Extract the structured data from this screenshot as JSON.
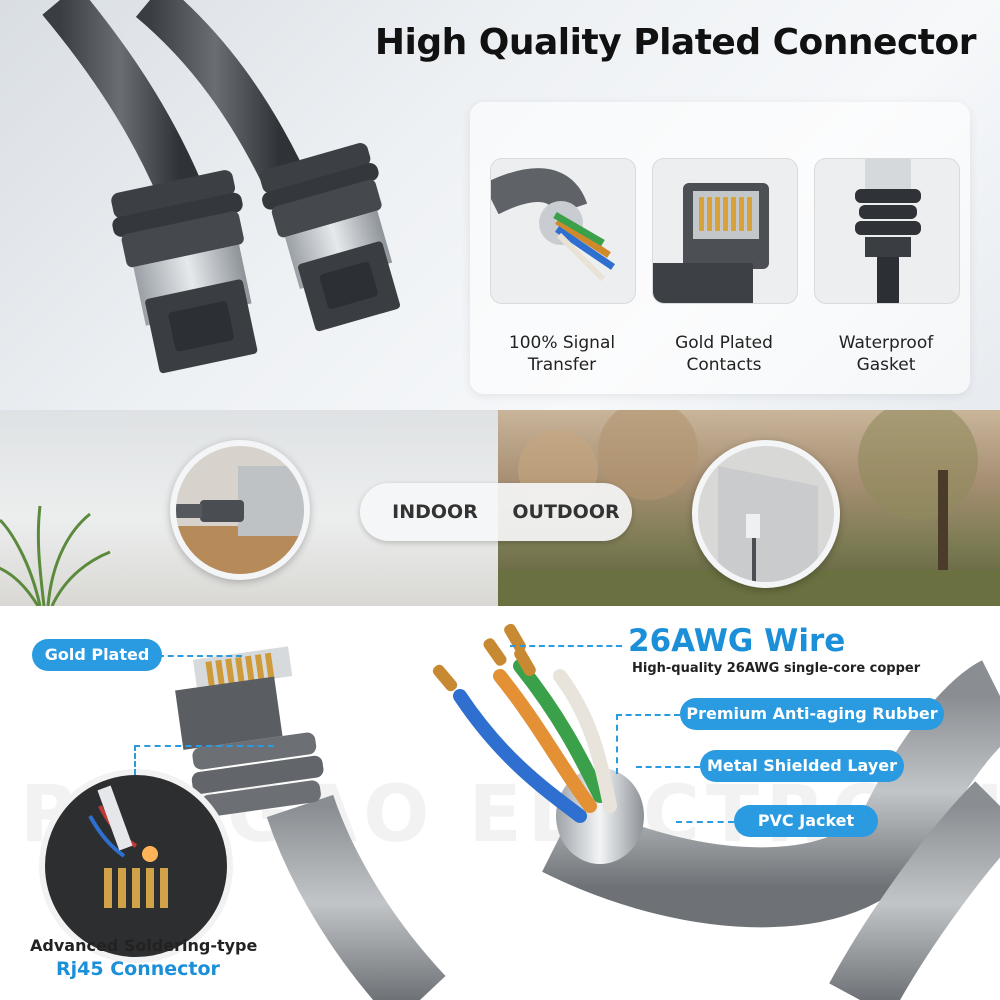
{
  "headline": "High Quality Plated Connector",
  "features": [
    {
      "label": "100% Signal\nTransfer",
      "icon": "twisted-pair-icon"
    },
    {
      "label": "Gold  Plated\nContacts",
      "icon": "rj45-contacts-icon"
    },
    {
      "label": "Waterproof\nGasket",
      "icon": "gasket-icon"
    }
  ],
  "environment": {
    "indoor": "INDOOR",
    "outdoor": "OUTDOOR"
  },
  "wire": {
    "title": "26AWG Wire",
    "subtitle": "High-quality 26AWG single-core copper"
  },
  "callouts": {
    "gold_plated": "Gold Plated",
    "rubber": "Premium Anti-aging Rubber",
    "shield": "Metal Shielded Layer",
    "jacket": "PVC Jacket"
  },
  "connector": {
    "line1": "Advanced Soldering-type",
    "line2": "Rj45 Connector"
  },
  "watermark": "RUNGAO ELECTRONICS",
  "colors": {
    "accent": "#2a9be0",
    "title_blue": "#1b8fd8",
    "cable_gray": "#6f7378"
  }
}
